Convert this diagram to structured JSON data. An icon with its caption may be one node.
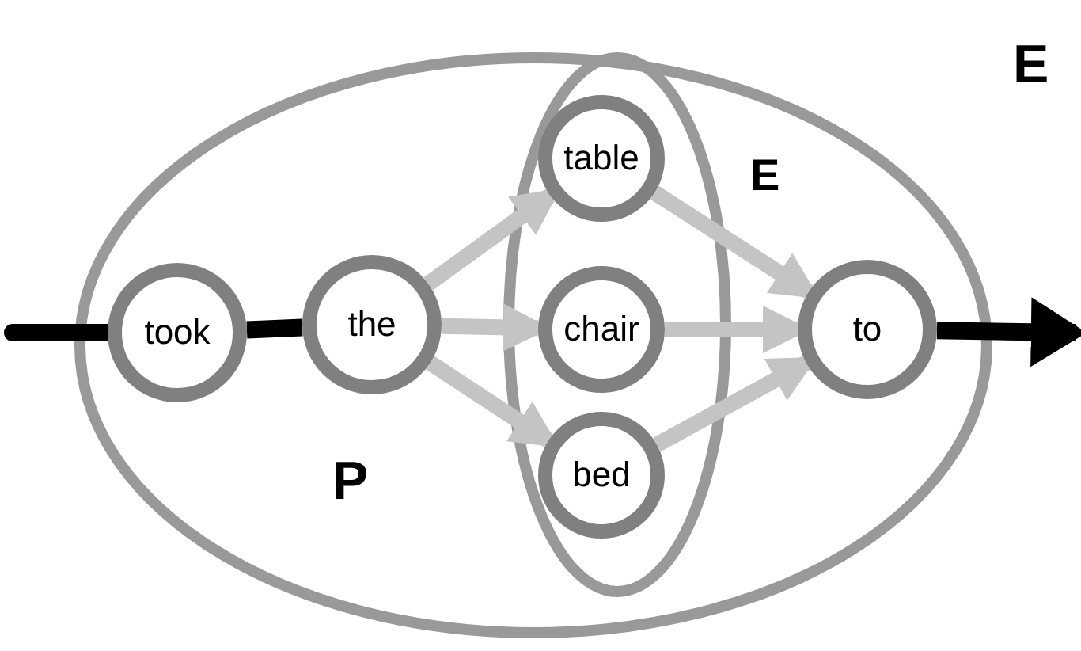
{
  "diagram": {
    "nodes": [
      {
        "text": [
          "E",
          "P"
        ]
      },
      {
        "text": [
          "E"
        ],
        "in": 0
      },
      {
        "text": [
          "took"
        ],
        "in": 0
      },
      {
        "text": [
          "the"
        ],
        "in": 0
      },
      {
        "text": [
          "table"
        ],
        "in": 1
      },
      {
        "text": [
          "chair"
        ],
        "in": 1
      },
      {
        "text": [
          "bed"
        ],
        "in": 1
      },
      {
        "text": [
          "to"
        ],
        "in": 0
      }
    ],
    "edges": [
      {
        "from": null,
        "to": 2,
        "arrow": "none",
        "color": "#000000"
      },
      {
        "from": 2,
        "to": 3,
        "arrow": "none",
        "color": "#000000"
      },
      {
        "from": 3,
        "to": 4,
        "arrow": "to"
      },
      {
        "from": 3,
        "to": 5,
        "arrow": "to"
      },
      {
        "from": 3,
        "to": 6,
        "arrow": "to"
      },
      {
        "from": 4,
        "to": 7,
        "arrow": "to"
      },
      {
        "from": 5,
        "to": 7,
        "arrow": "to"
      },
      {
        "from": 6,
        "to": 7,
        "arrow": "to"
      },
      {
        "from": 7,
        "to": null,
        "arrow": "to",
        "color": "#000000"
      }
    ]
  }
}
